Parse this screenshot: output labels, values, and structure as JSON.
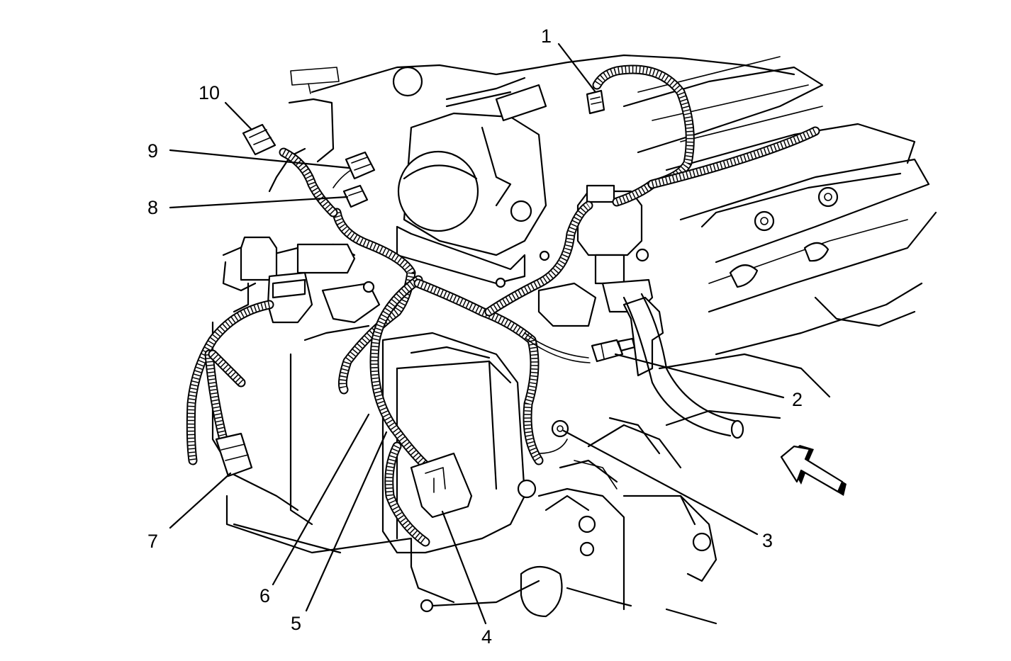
{
  "callouts": [
    {
      "id": "1",
      "label": "1"
    },
    {
      "id": "2",
      "label": "2"
    },
    {
      "id": "3",
      "label": "3"
    },
    {
      "id": "4",
      "label": "4"
    },
    {
      "id": "5",
      "label": "5"
    },
    {
      "id": "6",
      "label": "6"
    },
    {
      "id": "7",
      "label": "7"
    },
    {
      "id": "8",
      "label": "8"
    },
    {
      "id": "9",
      "label": "9"
    },
    {
      "id": "10",
      "label": "10"
    }
  ],
  "colors": {
    "ink": "#000000",
    "paper": "#ffffff"
  },
  "icons": {
    "view_direction": "view-direction-arrow-icon"
  }
}
